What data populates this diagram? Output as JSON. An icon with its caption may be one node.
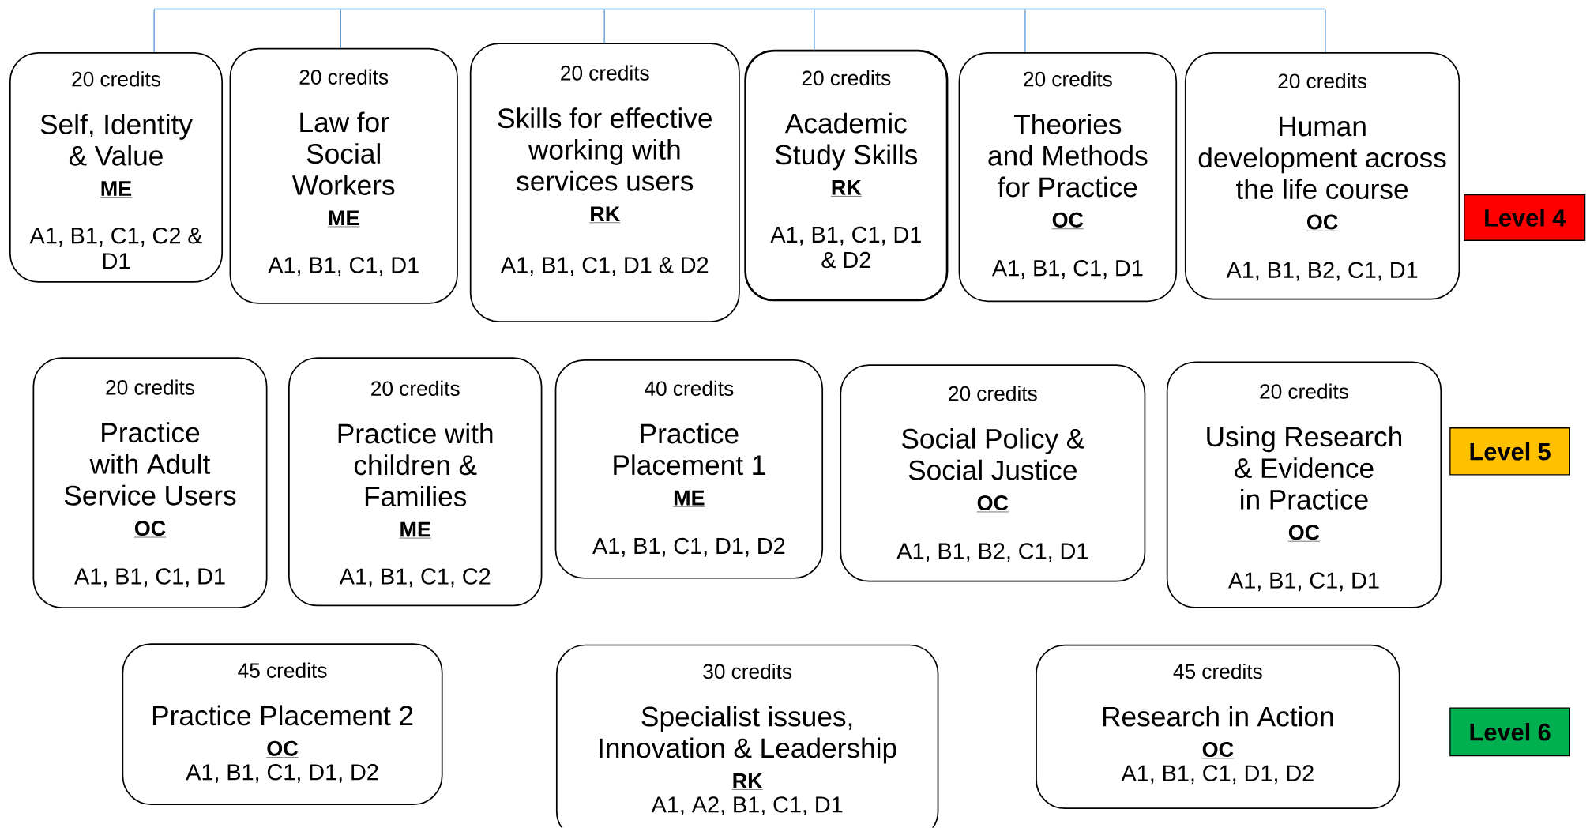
{
  "diagram": {
    "nodes": [
      {
        "text": [
          "20 credits",
          "Self, Identity & Value",
          "ME",
          "A1, B1, C1, C2 & D1"
        ]
      },
      {
        "text": [
          "20 credits",
          "Law for Social Workers",
          "ME",
          "A1, B1, C1, D1"
        ]
      },
      {
        "text": [
          "20 credits",
          "Skills for effective working with services users",
          "RK",
          "A1, B1, C1, D1 & D2"
        ]
      },
      {
        "text": [
          "20 credits",
          "Academic Study Skills",
          "RK",
          "A1, B1, C1, D1 & D2"
        ]
      },
      {
        "text": [
          "20 credits",
          "Theories and Methods for Practice",
          "OC",
          "A1, B1, C1, D1"
        ]
      },
      {
        "text": [
          "20 credits",
          "Human development across the life course",
          "OC",
          "A1, B1, B2, C1, D1"
        ]
      },
      {
        "text": [
          "Level 4"
        ]
      },
      {
        "text": [
          "20 credits",
          "Practice with Adult Service Users",
          "OC",
          "A1, B1, C1, D1"
        ]
      },
      {
        "text": [
          "20 credits",
          "Practice with children & Families",
          "ME",
          "A1, B1, C1, C2"
        ]
      },
      {
        "text": [
          "40 credits",
          "Practice Placement 1",
          "ME",
          "A1, B1, C1, D1, D2"
        ]
      },
      {
        "text": [
          "20 credits",
          "Social Policy & Social Justice",
          "OC",
          "A1, B1, B2, C1, D1"
        ]
      },
      {
        "text": [
          "20 credits",
          "Using Research & Evidence in Practice",
          "OC",
          "A1, B1, C1, D1"
        ]
      },
      {
        "text": [
          "Level 5"
        ]
      },
      {
        "text": [
          "45 credits",
          "Practice Placement 2",
          "OC",
          "A1, B1, C1, D1, D2"
        ]
      },
      {
        "text": [
          "30 credits",
          "Specialist issues, Innovation & Leadership",
          "RK",
          "A1, A2, B1, C1, D1"
        ]
      },
      {
        "text": [
          "45 credits",
          "Research in Action",
          "OC",
          "A1, B1, C1, D1, D2"
        ]
      },
      {
        "text": [
          "Level 6"
        ]
      },
      {
        "text": [],
        "shape": "bar"
      }
    ],
    "edges": [
      {
        "from": 17,
        "to": 0,
        "arrow": "none"
      },
      {
        "from": 17,
        "to": 1,
        "arrow": "none"
      },
      {
        "from": 17,
        "to": 2,
        "arrow": "none"
      },
      {
        "from": 17,
        "to": 3,
        "arrow": "none"
      },
      {
        "from": 17,
        "to": 4,
        "arrow": "none"
      },
      {
        "from": 17,
        "to": 5,
        "arrow": "none"
      }
    ]
  }
}
